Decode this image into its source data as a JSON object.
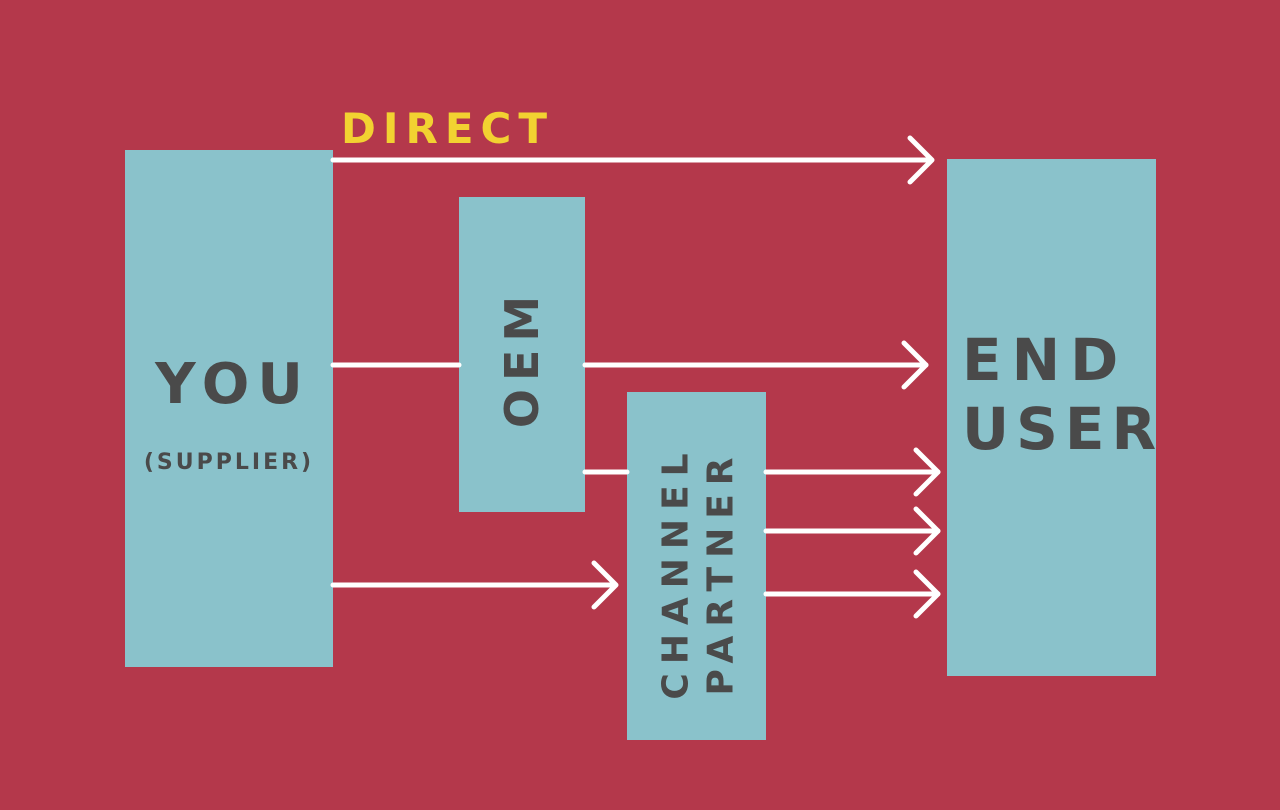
{
  "colors": {
    "background": "#b4384b",
    "box": "#8ac2cb",
    "box_text": "#4a4a4a",
    "direct_label": "#f2d231",
    "arrow": "#ffffff"
  },
  "direct_label": "DIRECT",
  "you_box": {
    "title": "YOU",
    "subtitle": "(SUPPLIER)"
  },
  "oem_box": {
    "label": "OEM"
  },
  "channel_box": {
    "line1": "CHANNEL",
    "line2": "PARTNER"
  },
  "end_user_box": {
    "line1": "END",
    "line2": "USER"
  }
}
